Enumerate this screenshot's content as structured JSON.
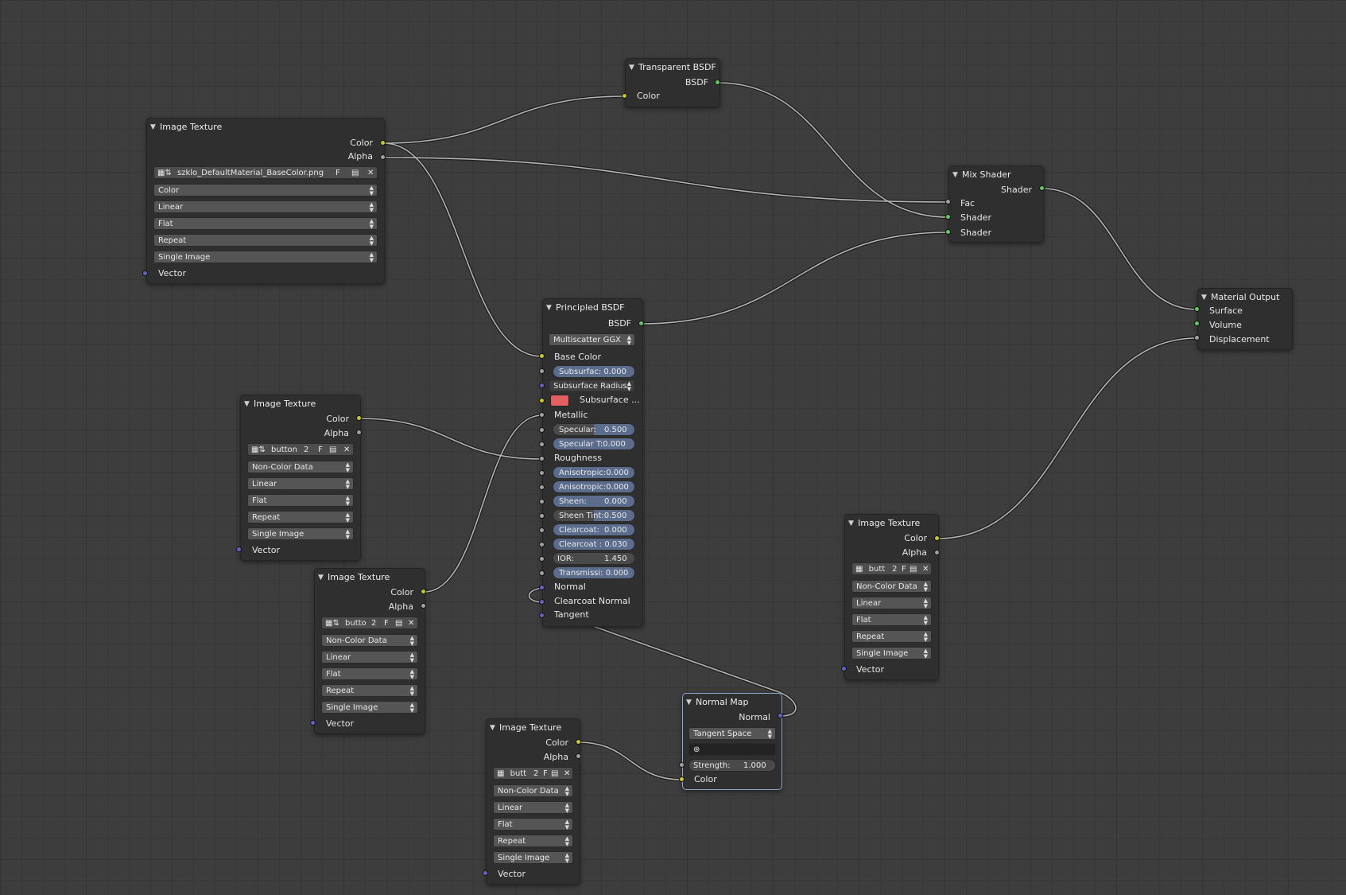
{
  "colors": {
    "background": "#3d3d3d",
    "node_body": "#2f2f2f",
    "socket_color": "#c7c729",
    "socket_shader": "#63c763",
    "socket_float": "#a1a1a1",
    "socket_vector": "#6363c7",
    "subsurface_color": "#e15e62",
    "wire": "#b4b4b4"
  },
  "icons": {
    "collapse": "triangle-down-icon",
    "image_browse": "image-icon",
    "folder": "folder-icon",
    "close": "close-icon",
    "dropdown": "up-down-arrows-icon",
    "eyedropper": "eyedropper-icon"
  },
  "image_texture_1": {
    "title": "Image Texture",
    "out_color": "Color",
    "out_alpha": "Alpha",
    "image_name": "szklo_DefaultMaterial_BaseColor.png",
    "fake_user": "F",
    "color_space": "Color",
    "interpolation": "Linear",
    "projection": "Flat",
    "extension": "Repeat",
    "source": "Single Image",
    "in_vector": "Vector"
  },
  "image_texture_2": {
    "title": "Image Texture",
    "out_color": "Color",
    "out_alpha": "Alpha",
    "image_name": "button",
    "users": "2",
    "fake_user": "F",
    "color_space": "Non-Color Data",
    "interpolation": "Linear",
    "projection": "Flat",
    "extension": "Repeat",
    "source": "Single Image",
    "in_vector": "Vector"
  },
  "image_texture_3": {
    "title": "Image Texture",
    "out_color": "Color",
    "out_alpha": "Alpha",
    "image_name": "butto",
    "users": "2",
    "fake_user": "F",
    "color_space": "Non-Color Data",
    "interpolation": "Linear",
    "projection": "Flat",
    "extension": "Repeat",
    "source": "Single Image",
    "in_vector": "Vector"
  },
  "image_texture_4": {
    "title": "Image Texture",
    "out_color": "Color",
    "out_alpha": "Alpha",
    "image_name": "butt",
    "users": "2",
    "fake_user": "F",
    "color_space": "Non-Color Data",
    "interpolation": "Linear",
    "projection": "Flat",
    "extension": "Repeat",
    "source": "Single Image",
    "in_vector": "Vector"
  },
  "image_texture_5": {
    "title": "Image Texture",
    "out_color": "Color",
    "out_alpha": "Alpha",
    "image_name": "butt",
    "users": "2",
    "fake_user": "F",
    "color_space": "Non-Color Data",
    "interpolation": "Linear",
    "projection": "Flat",
    "extension": "Repeat",
    "source": "Single Image",
    "in_vector": "Vector"
  },
  "transparent_bsdf": {
    "title": "Transparent BSDF",
    "out_bsdf": "BSDF",
    "in_color": "Color"
  },
  "mix_shader": {
    "title": "Mix Shader",
    "out_shader": "Shader",
    "in_fac": "Fac",
    "in_shader1": "Shader",
    "in_shader2": "Shader"
  },
  "material_output": {
    "title": "Material Output",
    "in_surface": "Surface",
    "in_volume": "Volume",
    "in_displacement": "Displacement"
  },
  "principled_bsdf": {
    "title": "Principled BSDF",
    "out_bsdf": "BSDF",
    "distribution": "Multiscatter GGX",
    "base_color": "Base Color",
    "subsurface": "Subsurfac: 0.000",
    "subsurface_radius": "Subsurface Radius",
    "subsurface_color": "Subsurface ...",
    "metallic": "Metallic",
    "specular_label": "Specular:",
    "specular_value": "0.500",
    "specular_tint": "Specular T:0.000",
    "roughness": "Roughness",
    "anisotropic": "Anisotropic:0.000",
    "anisotropic_rotation": "Anisotropic:0.000",
    "sheen_label": "Sheen:",
    "sheen_value": "0.000",
    "sheen_tint": "Sheen Tint:0.500",
    "clearcoat_label": "Clearcoat:",
    "clearcoat_value": "0.000",
    "clearcoat_roughness": "Clearcoat : 0.030",
    "ior_label": "IOR:",
    "ior_value": "1.450",
    "transmission": "Transmissi: 0.000",
    "normal": "Normal",
    "clearcoat_normal": "Clearcoat Normal",
    "tangent": "Tangent"
  },
  "normal_map": {
    "title": "Normal Map",
    "out_normal": "Normal",
    "space": "Tangent Space",
    "strength_label": "Strength:",
    "strength_value": "1.000",
    "in_color": "Color"
  }
}
